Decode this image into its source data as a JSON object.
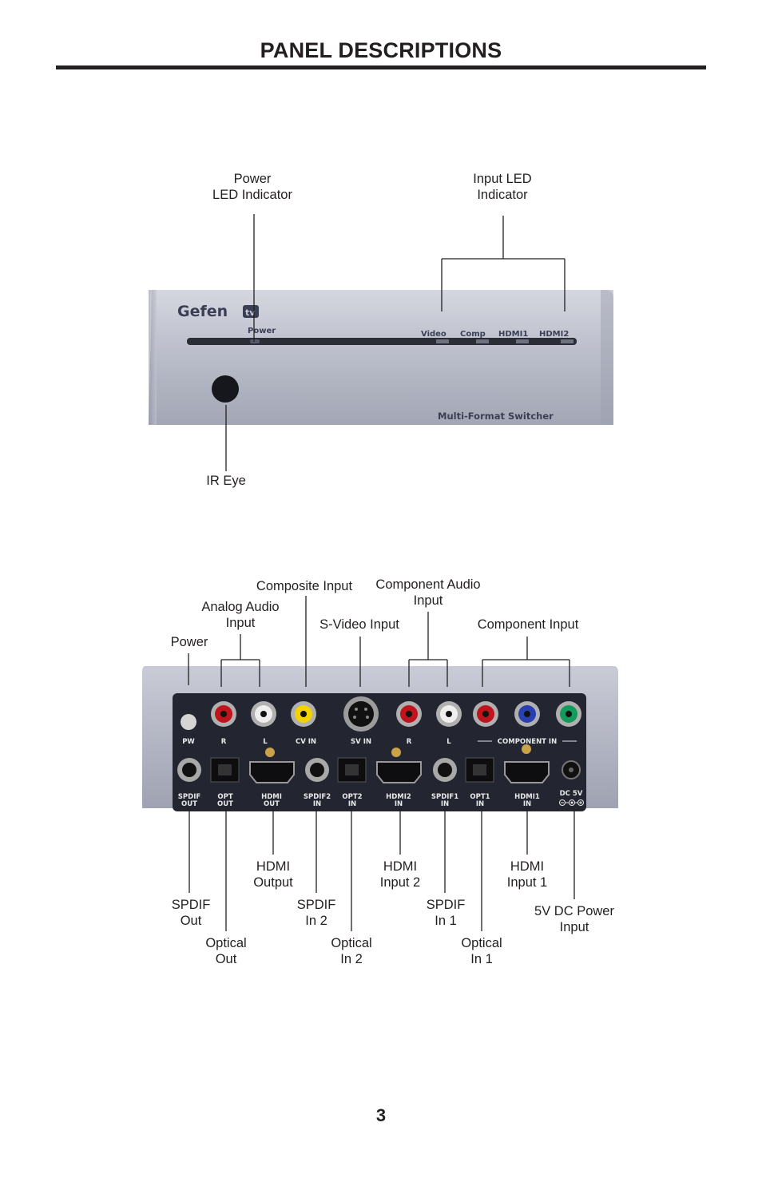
{
  "page": {
    "title": "PANEL DESCRIPTIONS",
    "page_number": "3"
  },
  "front_panel": {
    "device": {
      "brand": "Gefen",
      "brand_badge": "tv",
      "power_label": "Power",
      "input_labels": [
        "Video",
        "Comp",
        "HDMI1",
        "HDMI2"
      ],
      "model_label": "Multi-Format Switcher"
    },
    "callouts": {
      "power_led": [
        "Power",
        "LED Indicator"
      ],
      "input_led": [
        "Input LED",
        "Indicator"
      ],
      "ir_eye": [
        "IR Eye"
      ]
    }
  },
  "back_panel": {
    "device": {
      "top_labels": [
        "PW",
        "R",
        "L",
        "CV IN",
        "SV IN",
        "R",
        "L"
      ],
      "component_label": "COMPONENT IN",
      "bottom_labels": [
        [
          "SPDIF",
          "OUT"
        ],
        [
          "OPT",
          "OUT"
        ],
        [
          "HDMI",
          "OUT"
        ],
        [
          "SPDIF2",
          "IN"
        ],
        [
          "OPT2",
          "IN"
        ],
        [
          "HDMI2",
          "IN"
        ],
        [
          "SPDIF1",
          "IN"
        ],
        [
          "OPT1",
          "IN"
        ],
        [
          "HDMI1",
          "IN"
        ],
        [
          "DC 5V",
          ""
        ]
      ]
    },
    "callouts": {
      "power": [
        "Power"
      ],
      "analog_audio": [
        "Analog Audio",
        "Input"
      ],
      "composite": [
        "Composite Input"
      ],
      "svideo": [
        "S-Video Input"
      ],
      "component_audio": [
        "Component Audio",
        "Input"
      ],
      "component": [
        "Component Input"
      ],
      "spdif_out": [
        "SPDIF",
        "Out"
      ],
      "optical_out": [
        "Optical",
        "Out"
      ],
      "hdmi_output": [
        "HDMI",
        "Output"
      ],
      "spdif_in2": [
        "SPDIF",
        "In 2"
      ],
      "optical_in2": [
        "Optical",
        "In 2"
      ],
      "hdmi_input2": [
        "HDMI",
        "Input 2"
      ],
      "spdif_in1": [
        "SPDIF",
        "In 1"
      ],
      "optical_in1": [
        "Optical",
        "In 1"
      ],
      "hdmi_input1": [
        "HDMI",
        "Input 1"
      ],
      "dc_power": [
        "5V DC Power",
        "Input"
      ]
    }
  }
}
